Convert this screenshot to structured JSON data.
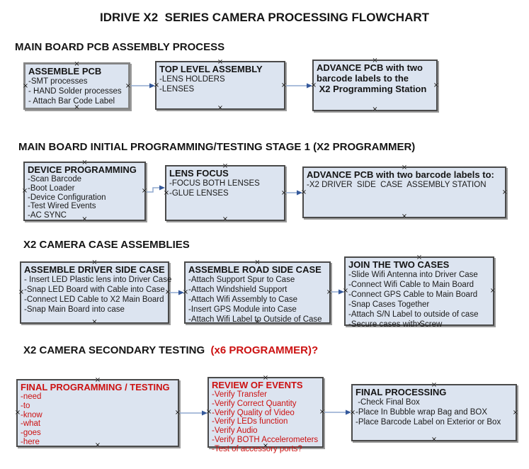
{
  "title": "IDRIVE X2  SERIES CAMERA PROCESSING FLOWCHART",
  "colors": {
    "box_fill": "#dce4f0",
    "box_border": "#4a4a4a",
    "box_shadow": "#9c9c9c",
    "arrow_line": "#8fa9cf",
    "arrow_head": "#35599b",
    "red_text": "#cc1111",
    "black_text": "#151515"
  },
  "sections": [
    {
      "heading": "MAIN BOARD PCB ASSEMBLY PROCESS",
      "boxes": [
        {
          "title": "ASSEMBLE PCB",
          "items": [
            "-SMT processes",
            "- HAND Solder processes",
            "- Attach Bar Code Label"
          ]
        },
        {
          "title": "TOP LEVEL ASSEMBLY",
          "items": [
            "-LENS HOLDERS",
            "-LENSES"
          ]
        },
        {
          "title": "ADVANCE PCB with two\nbarcode labels to the\n X2 Programming Station",
          "items": []
        }
      ]
    },
    {
      "heading": "MAIN BOARD INITIAL PROGRAMMING/TESTING STAGE 1 (X2 PROGRAMMER)",
      "boxes": [
        {
          "title": "DEVICE PROGRAMMING",
          "items": [
            "-Scan Barcode",
            "-Boot Loader",
            "-Device Configuration",
            "-Test Wired Events",
            "-AC SYNC"
          ]
        },
        {
          "title": "LENS FOCUS",
          "items": [
            "-FOCUS BOTH LENSES",
            "-GLUE LENSES"
          ]
        },
        {
          "title": "ADVANCE PCB with two barcode labels to:",
          "items": [
            "-X2 DRIVER  SIDE  CASE  ASSEMBLY STATION"
          ]
        }
      ]
    },
    {
      "heading": "X2 CAMERA CASE ASSEMBLIES",
      "boxes": [
        {
          "title": "ASSEMBLE DRIVER SIDE CASE",
          "items": [
            "- Insert LED Plastic lens into Driver Case",
            "-Snap LED Board with Cable into Case",
            "-Connect LED Cable to X2 Main Board",
            "-Snap Main Board into case"
          ]
        },
        {
          "title": "ASSEMBLE ROAD SIDE CASE",
          "items": [
            "-Attach Support Spur to Case",
            "-Attach Windshield Support",
            "-Attach Wifi Assembly to Case",
            "-Insert GPS Module into Case",
            "-Attach Wifi Label to Outside of Case"
          ]
        },
        {
          "title": "JOIN THE TWO CASES",
          "items": [
            "-Slide Wifi Antenna into Driver Case",
            "-Connect Wifi Cable to Main Board",
            "-Connect GPS Cable to Main Board",
            "-Snap Cases Together",
            "-Attach S/N Label to outside of case",
            "-Secure cases with Screw"
          ]
        }
      ]
    },
    {
      "heading": "X2 CAMERA SECONDARY TESTING  ",
      "heading_suffix": "(x6 PROGRAMMER)?",
      "boxes": [
        {
          "title": "FINAL PROGRAMMING / TESTING",
          "text_color": "red",
          "items": [
            "-need",
            "-to",
            "-know",
            "-what",
            "-goes",
            "-here"
          ]
        },
        {
          "title": "REVIEW OF EVENTS",
          "text_color": "red",
          "items": [
            "-Verify Transfer",
            "-Verify Correct Quantity",
            "-Verify Quality of Video",
            "-Verify LEDs function",
            "-Verify Audio",
            "-Verify BOTH Accelerometers",
            "-Test of accessory ports?"
          ]
        },
        {
          "title": "FINAL PROCESSING",
          "items": [
            " -Check Final Box",
            "-Place In Bubble wrap Bag and BOX",
            "-Place Barcode Label on Exterior or Box"
          ]
        }
      ]
    }
  ]
}
